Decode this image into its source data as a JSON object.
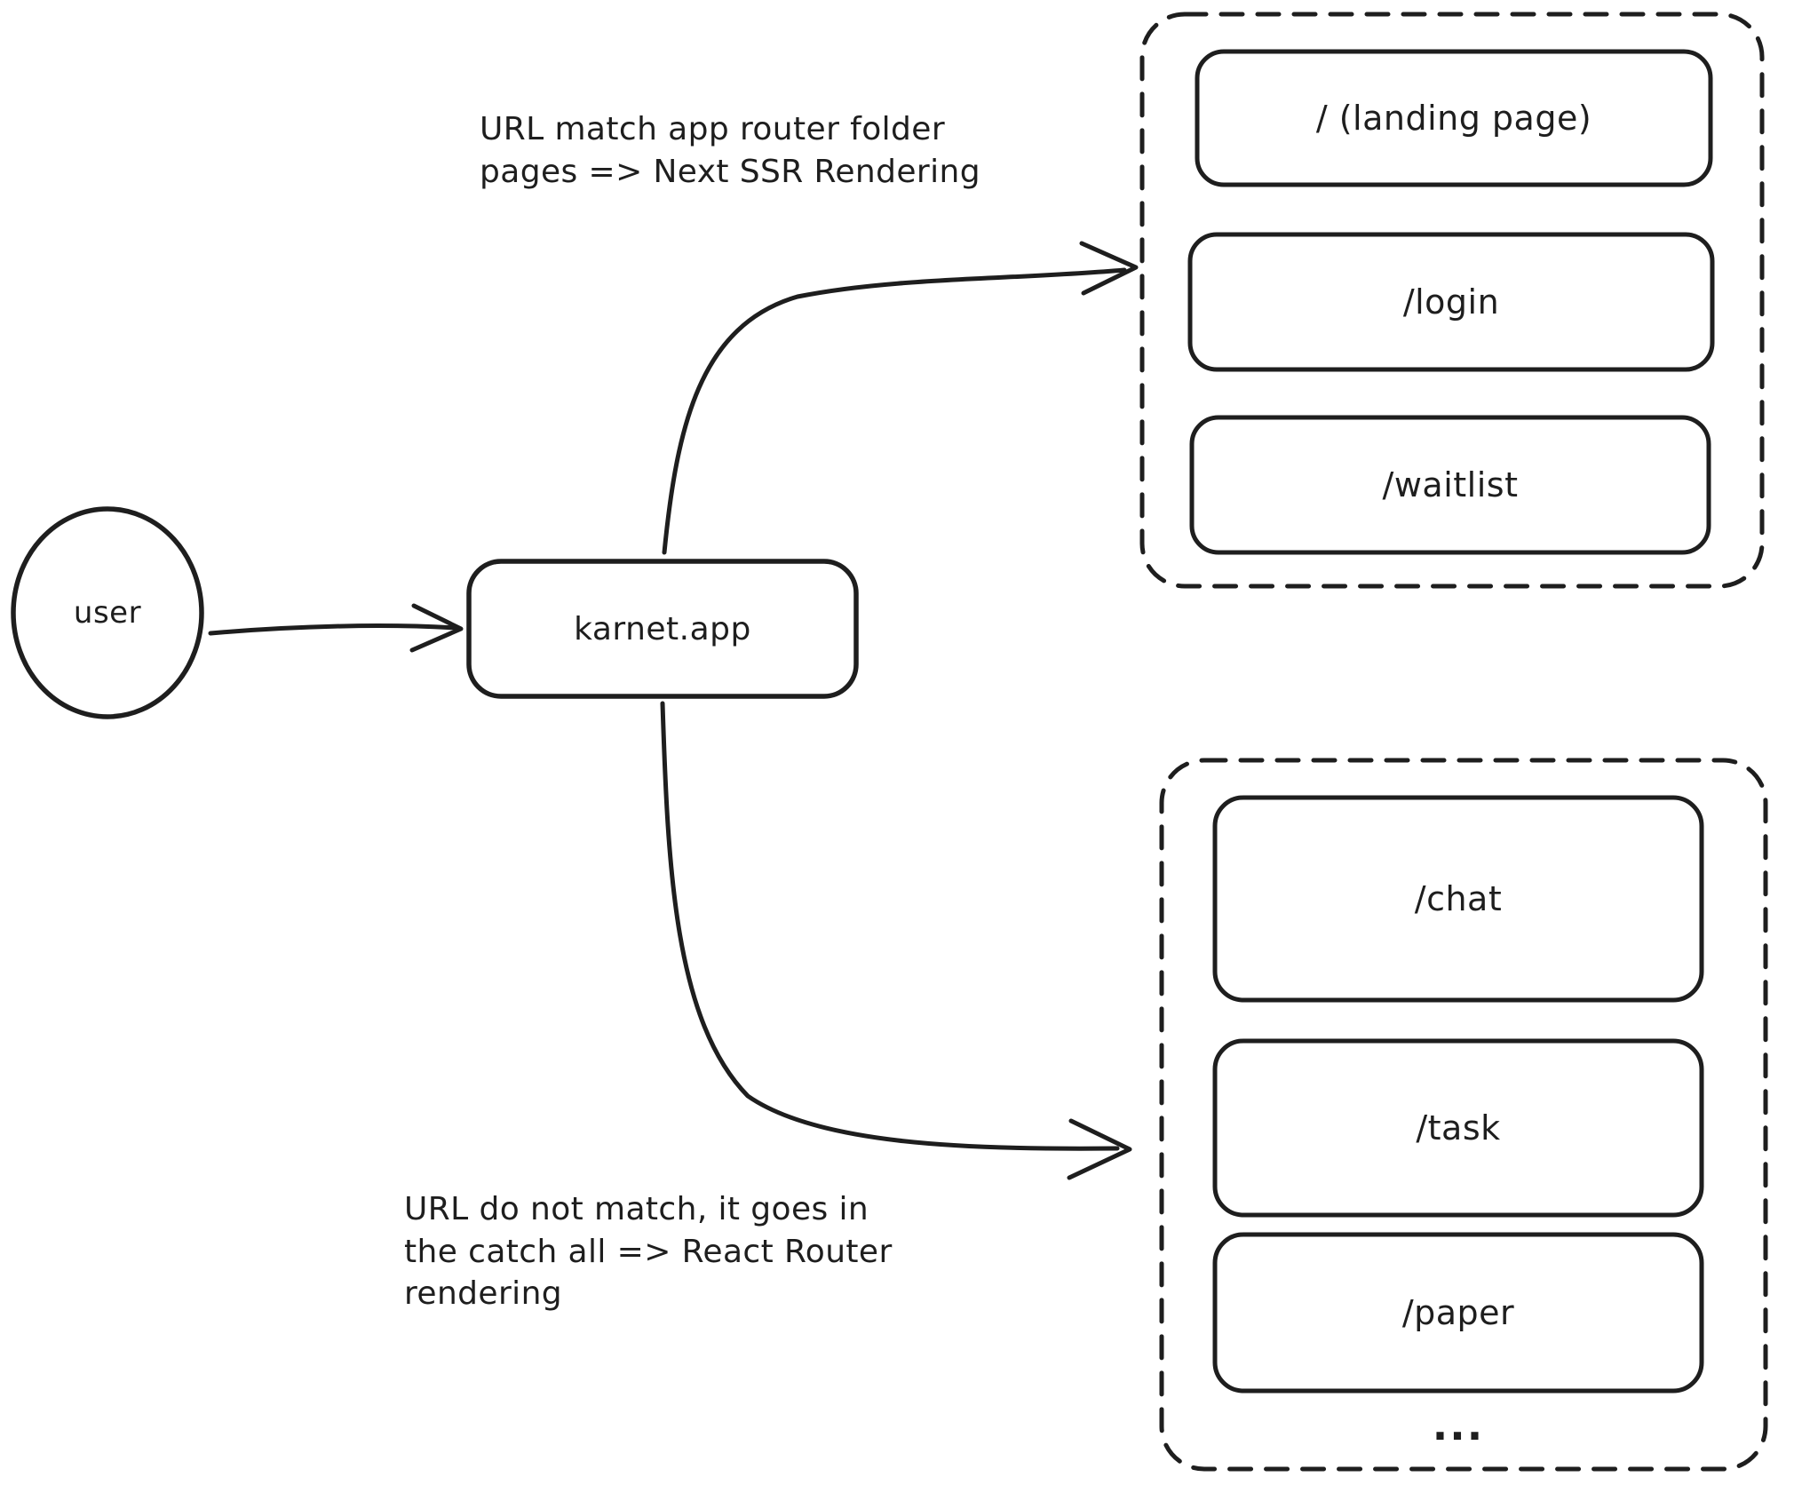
{
  "diagram": {
    "colors": {
      "stroke": "#1e1e1e",
      "background": "#ffffff"
    },
    "user_node": {
      "label": "user"
    },
    "app_node": {
      "label": "karnet.app"
    },
    "annotations": {
      "ssr": "URL match app router folder\npages => Next SSR Rendering",
      "react_router": "URL do not match, it goes in\nthe catch all => React Router\nrendering"
    },
    "ssr_routes": [
      "/ (landing page)",
      "/login",
      "/waitlist"
    ],
    "spa_routes": [
      "/chat",
      "/task",
      "/paper",
      "..."
    ]
  }
}
